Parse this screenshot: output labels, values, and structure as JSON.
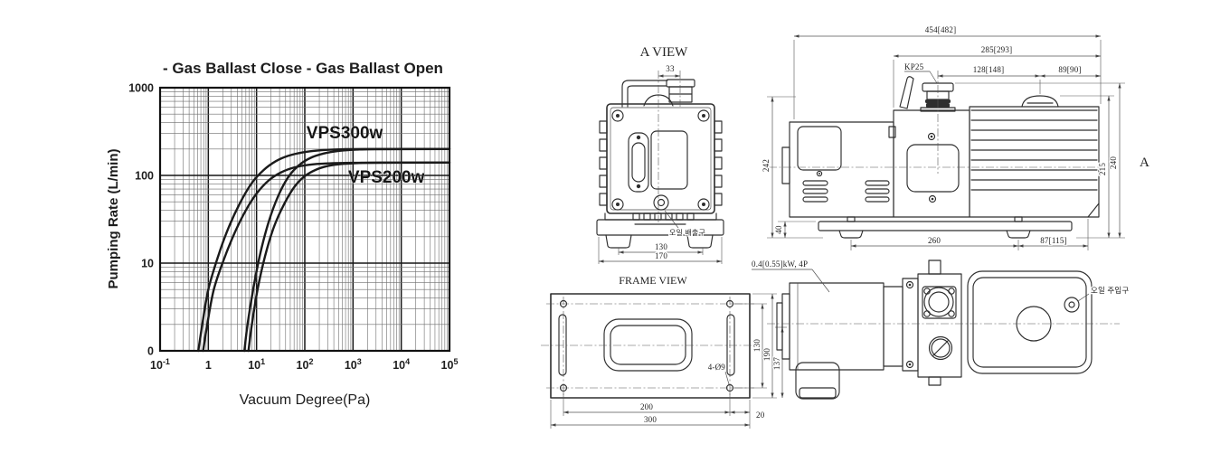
{
  "window": {
    "background": "#ffffff",
    "line_color": "#2e2e2e"
  },
  "chart": {
    "title": "- Gas Ballast Close - Gas Ballast Open",
    "xlabel": "Vacuum Degree(Pa)",
    "ylabel": "Pumping Rate (L/min)"
  },
  "chart_data": {
    "type": "line",
    "title": "- Gas Ballast Close - Gas Ballast Open",
    "xlabel": "Vacuum Degree(Pa)",
    "ylabel": "Pumping Rate (L/min)",
    "x_scale": "log",
    "y_scale": "log",
    "x_range": [
      0.1,
      100000
    ],
    "y_range": [
      1,
      1000
    ],
    "grid": "log-log with minor divisions",
    "legend": [
      "Gas Ballast Close",
      "Gas Ballast Open"
    ],
    "x_ticks": [
      {
        "text": "10",
        "sup": "-1",
        "value": 0.1
      },
      {
        "text": "1",
        "sup": "",
        "value": 1
      },
      {
        "text": "10",
        "sup": "1",
        "value": 10
      },
      {
        "text": "10",
        "sup": "2",
        "value": 100
      },
      {
        "text": "10",
        "sup": "3",
        "value": 1000
      },
      {
        "text": "10",
        "sup": "4",
        "value": 10000
      },
      {
        "text": "10",
        "sup": "5",
        "value": 100000
      }
    ],
    "y_ticks": [
      {
        "text": "1000",
        "value": 1000
      },
      {
        "text": "100",
        "value": 100
      },
      {
        "text": "10",
        "value": 10
      },
      {
        "text": "0",
        "value": 1
      }
    ],
    "series": [
      {
        "name": "VPS300w Gas Ballast Close",
        "plateau": 200,
        "points": [
          [
            0.62,
            1
          ],
          [
            0.75,
            2
          ],
          [
            1,
            5
          ],
          [
            1.6,
            12
          ],
          [
            2.6,
            25
          ],
          [
            4.5,
            48
          ],
          [
            8,
            82
          ],
          [
            14,
            115
          ],
          [
            25,
            145
          ],
          [
            45,
            167
          ],
          [
            90,
            183
          ],
          [
            200,
            193
          ],
          [
            500,
            198
          ],
          [
            1500,
            200
          ],
          [
            100000,
            200
          ]
        ]
      },
      {
        "name": "VPS300w Gas Ballast Open",
        "plateau": 200,
        "points": [
          [
            5.6,
            1
          ],
          [
            6.5,
            2
          ],
          [
            8.5,
            5
          ],
          [
            12,
            13
          ],
          [
            18,
            30
          ],
          [
            28,
            58
          ],
          [
            45,
            95
          ],
          [
            75,
            130
          ],
          [
            130,
            158
          ],
          [
            250,
            178
          ],
          [
            500,
            190
          ],
          [
            1200,
            197
          ],
          [
            3000,
            199
          ],
          [
            100000,
            200
          ]
        ]
      },
      {
        "name": "VPS200w Gas Ballast Close",
        "plateau": 140,
        "points": [
          [
            0.78,
            1
          ],
          [
            0.95,
            2
          ],
          [
            1.3,
            5
          ],
          [
            2.1,
            11
          ],
          [
            3.5,
            22
          ],
          [
            6,
            40
          ],
          [
            10,
            62
          ],
          [
            18,
            88
          ],
          [
            32,
            108
          ],
          [
            60,
            123
          ],
          [
            120,
            132
          ],
          [
            300,
            137
          ],
          [
            1000,
            139
          ],
          [
            100000,
            140
          ]
        ]
      },
      {
        "name": "VPS200w Gas Ballast Open",
        "plateau": 140,
        "points": [
          [
            6.8,
            1
          ],
          [
            8,
            2
          ],
          [
            10.5,
            5
          ],
          [
            15,
            12
          ],
          [
            23,
            26
          ],
          [
            38,
            48
          ],
          [
            62,
            75
          ],
          [
            100,
            98
          ],
          [
            170,
            116
          ],
          [
            300,
            128
          ],
          [
            600,
            135
          ],
          [
            1500,
            139
          ],
          [
            4000,
            140
          ],
          [
            100000,
            140
          ]
        ]
      }
    ],
    "curve_labels": [
      {
        "text": "VPS300w",
        "at": [
          670,
          264
        ]
      },
      {
        "text": "VPS200w",
        "at": [
          4900,
          83
        ]
      }
    ]
  },
  "drawings": {
    "a_view": {
      "title": "A VIEW",
      "dim_port_offset": "33",
      "dim_feet": "130",
      "dim_base": "170",
      "oil_drain_label": "오일 배출구"
    },
    "side_view": {
      "dim_total_length": "454[482]",
      "dim_body_length": "285[293]",
      "port_label": "KP25",
      "dim_port_to_handle": "128[148]",
      "dim_handle_to_end": "89[90]",
      "dim_height": "242",
      "dim_foot_height": "40",
      "dim_h_inner": "215",
      "dim_h_outer": "240",
      "dim_base_span": "260",
      "dim_overhang": "87[115]",
      "section_label": "A"
    },
    "frame_view": {
      "title": "FRAME VIEW",
      "hole_label": "4-Ø9",
      "dim_hole_span": "200",
      "dim_hole_edge": "20",
      "dim_width": "300",
      "dim_hole_vspan": "130",
      "dim_depth": "190",
      "dim_right": "137"
    },
    "top_view": {
      "motor_label": "0.4[0.55]kW, 4P",
      "oil_fill_label": "오일 주입구"
    }
  }
}
